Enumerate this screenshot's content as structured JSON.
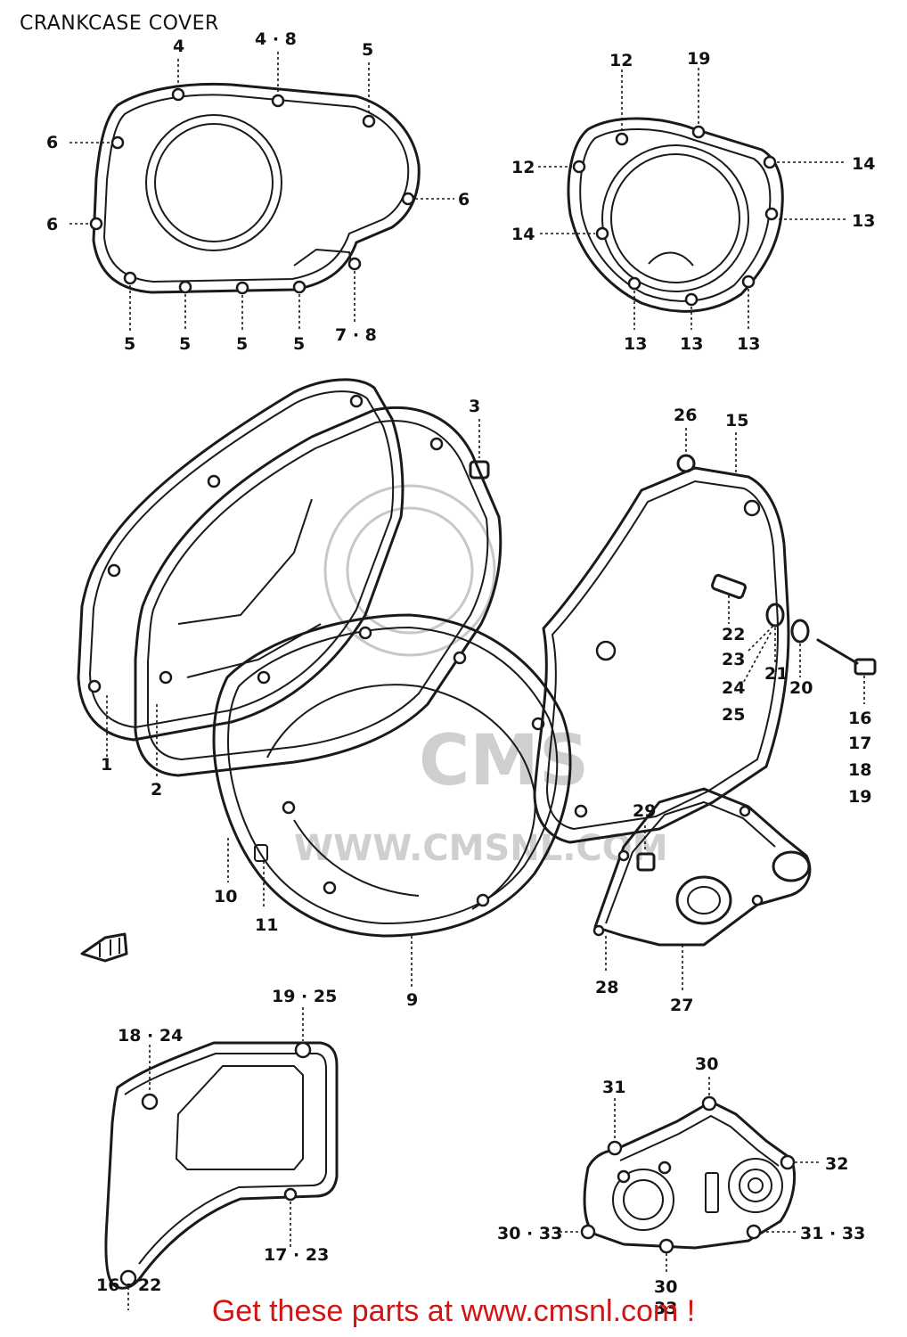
{
  "title": "CRANKCASE COVER",
  "watermark": {
    "logo": "CMS",
    "site": "WWW.CMSNL.COM"
  },
  "footer": "Get these parts at www.cmsnl.com !",
  "colors": {
    "footer_text": "#d21414",
    "line": "#1a1a1a",
    "background": "#ffffff"
  },
  "labels": {
    "tl_4": "4",
    "tl_4_8": "4 · 8",
    "tl_5_top": "5",
    "tl_6_a": "6",
    "tl_6_b": "6",
    "tl_6_right": "6",
    "tl_5_a": "5",
    "tl_5_b": "5",
    "tl_5_c": "5",
    "tl_5_d": "5",
    "tl_7_8": "7 · 8",
    "tr_12_top": "12",
    "tr_19": "19",
    "tr_12_left": "12",
    "tr_14_right": "14",
    "tr_14_left": "14",
    "tr_13_right": "13",
    "tr_13_a": "13",
    "tr_13_b": "13",
    "tr_13_c": "13",
    "m_3": "3",
    "m_26": "26",
    "m_15": "15",
    "m_22": "22",
    "m_23": "23",
    "m_24": "24",
    "m_25": "25",
    "m_21": "21",
    "m_20": "20",
    "m_16": "16",
    "m_17": "17",
    "m_18": "18",
    "m_19": "19",
    "m_1": "1",
    "m_2": "2",
    "m_10": "10",
    "m_11": "11",
    "m_9": "9",
    "m_29": "29",
    "m_28": "28",
    "m_27": "27",
    "bl_19_25": "19 · 25",
    "bl_18_24": "18 · 24",
    "bl_17_23": "17 · 23",
    "bl_16_22": "16 · 22",
    "br_30_top": "30",
    "br_31": "31",
    "br_32": "32",
    "br_30_33": "30 · 33",
    "br_31_33": "31 · 33",
    "br_30_bottom": "30",
    "br_33": "33"
  }
}
